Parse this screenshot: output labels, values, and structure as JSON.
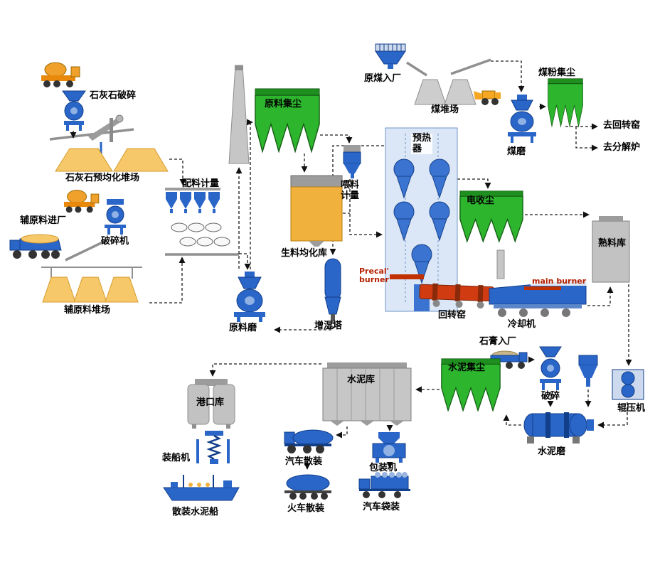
{
  "diagram": {
    "type": "process-flow-diagram",
    "labels": {
      "limestone_crushing": "石灰石破碎",
      "limestone_preblending_yard": "石灰石预均化堆场",
      "batching_metering": "配料计量",
      "aux_material_in": "辅原料进厂",
      "crusher_machine": "破碎机",
      "aux_material_yard": "辅原料堆场",
      "raw_material_dust": "原料集尘",
      "raw_meal_silo": "生料均化库",
      "feed_metering": "喂料计量",
      "preheater": "预热器",
      "raw_coal_in": "原煤入厂",
      "coal_yard": "煤堆场",
      "coal_dust": "煤粉集尘",
      "coal_mill": "煤磨",
      "to_rotary_kiln": "去回转窑",
      "to_calciner": "去分解炉",
      "esp": "电收尘",
      "clinker_silo": "熟料库",
      "precal_burner": "Precal' burner",
      "main_burner": "main burner",
      "rotary_kiln": "回转窑",
      "cooler": "冷却机",
      "raw_mill": "原料磨",
      "humidifier_tower": "增湿塔",
      "gypsum_in": "石膏入厂",
      "cement_dust": "水泥集尘",
      "crushing": "破碎",
      "roller_press": "辊压机",
      "cement_mill": "水泥磨",
      "cement_silo": "水泥库",
      "port_silo": "港口库",
      "ship_loader": "装船机",
      "bulk_cement_ship": "散装水泥船",
      "truck_bulk": "汽车散装",
      "train_bulk": "火车散装",
      "packing_machine": "包装机",
      "truck_bagged": "汽车袋装"
    },
    "colors": {
      "dust_collector_green": "#2db52d",
      "machine_blue": "#2a65c8",
      "silo_orange": "#f0b23c",
      "stockpile_orange": "#f6c86a",
      "kiln_red": "#d03b12",
      "equipment_gray": "#c2c2c2",
      "burner_text_red": "#b52000",
      "flow_line_black": "#1a1a1a"
    },
    "icons": [
      "mixer-truck-icon",
      "crusher-icon",
      "stacker-icon",
      "stockpile-icon",
      "batching-hoppers-icon",
      "dump-truck-icon",
      "chimney-icon",
      "dust-collector-icon",
      "silo-icon",
      "hopper-icon",
      "preheater-tower-icon",
      "coal-intake-icon",
      "wheel-loader-icon",
      "mill-icon",
      "esp-icon",
      "rotary-kiln-icon",
      "grate-cooler-icon",
      "humidifier-tower-icon",
      "roller-press-icon",
      "ball-mill-icon",
      "port-silo-icon",
      "ship-loader-icon",
      "ship-icon",
      "tanker-truck-icon",
      "train-icon",
      "packing-machine-icon",
      "bag-truck-icon",
      "burner-pipe",
      "flow-connector"
    ]
  }
}
